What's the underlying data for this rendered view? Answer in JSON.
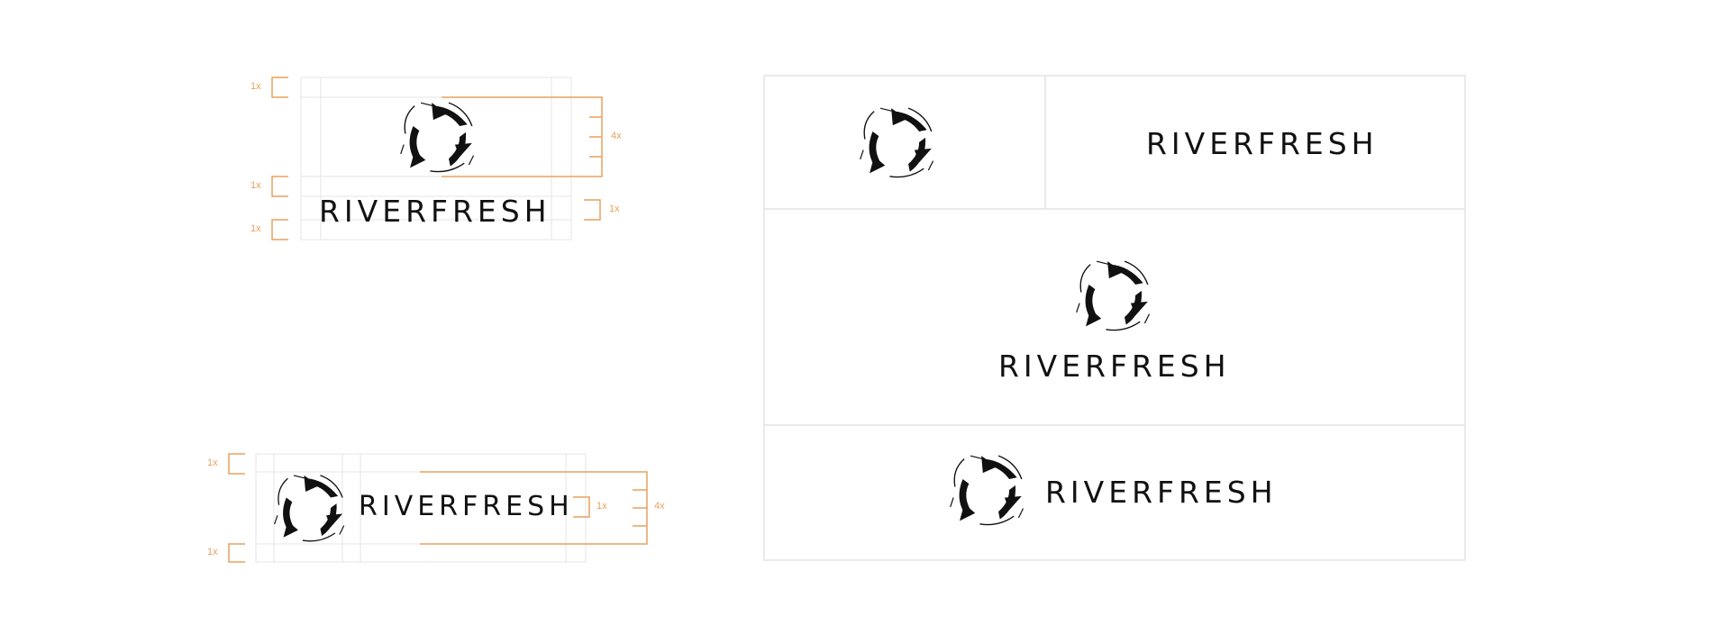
{
  "brand": {
    "wordmark": "RIVERFRESH",
    "logo_icon": "swirl-arrows-icon"
  },
  "clearspace": {
    "label_1x": "1x",
    "label_4x": "4x"
  },
  "colors": {
    "measure_accent": "#e8a15f",
    "guide_lines": "#e4e4e4",
    "logo_ink": "#111111",
    "background": "#ffffff"
  }
}
